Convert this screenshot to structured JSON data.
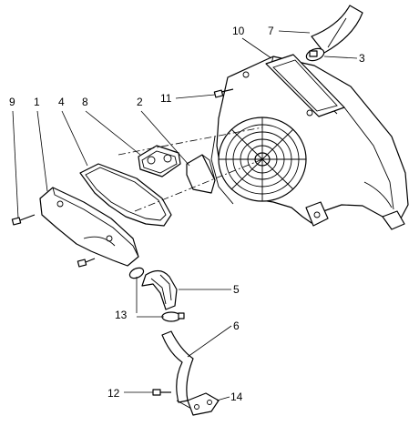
{
  "diagram": {
    "callouts": [
      {
        "id": "c1",
        "label": "1"
      },
      {
        "id": "c2",
        "label": "2"
      },
      {
        "id": "c3",
        "label": "3"
      },
      {
        "id": "c4",
        "label": "4"
      },
      {
        "id": "c5",
        "label": "5"
      },
      {
        "id": "c6",
        "label": "6"
      },
      {
        "id": "c7",
        "label": "7"
      },
      {
        "id": "c8",
        "label": "8"
      },
      {
        "id": "c9",
        "label": "9"
      },
      {
        "id": "c10",
        "label": "10"
      },
      {
        "id": "c11",
        "label": "11"
      },
      {
        "id": "c12",
        "label": "12"
      },
      {
        "id": "c13",
        "label": "13"
      },
      {
        "id": "c14",
        "label": "14"
      }
    ]
  }
}
